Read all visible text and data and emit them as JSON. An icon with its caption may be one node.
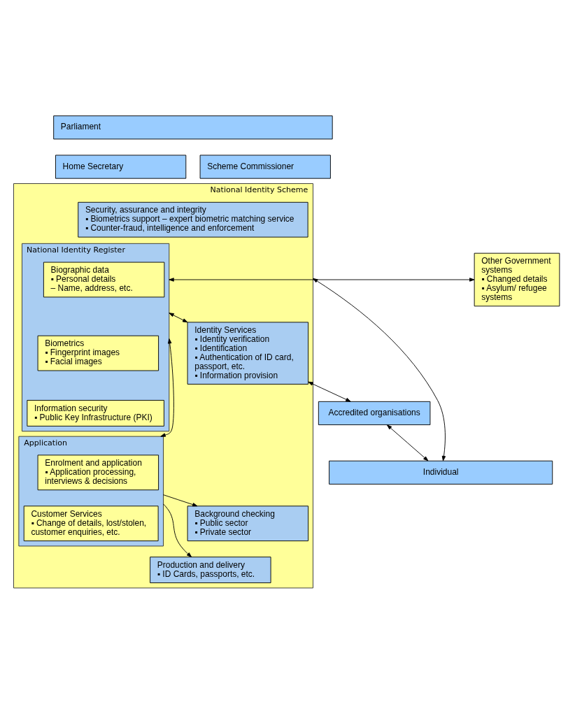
{
  "diagram": {
    "nodes": [
      {
        "text": [
          "Parliament"
        ]
      },
      {
        "text": [
          "Home Secretary"
        ]
      },
      {
        "text": [
          "Scheme Commissioner"
        ]
      },
      {
        "text": [
          "National Identity Scheme"
        ]
      },
      {
        "text": [
          "Security, assurance and integrity",
          "▪ Biometrics support – expert biometric matching service",
          "▪ Counter-fraud, intelligence and enforcement"
        ],
        "in": 3
      },
      {
        "text": [
          "National Identity Register"
        ],
        "in": 3
      },
      {
        "text": [
          "Biographic data",
          "▪ Personal details",
          "– Name, address, etc."
        ],
        "in": 5
      },
      {
        "text": [
          "Biometrics",
          "▪ Fingerprint images",
          "▪ Facial images"
        ],
        "in": 5
      },
      {
        "text": [
          "Information security",
          "▪ Public Key Infrastructure (PKI)"
        ],
        "in": 5
      },
      {
        "text": [
          "Identity Services",
          "▪ Identity verification",
          "▪ Identification",
          "▪ Authentication of ID card, passport, etc.",
          "▪ Information provision"
        ],
        "in": 3
      },
      {
        "text": [
          "Application"
        ],
        "in": 3
      },
      {
        "text": [
          "Enrolment and application",
          "▪ Application processing, interviews & decisions"
        ],
        "in": 10
      },
      {
        "text": [
          "Customer Services",
          "▪ Change of details, lost/stolen, customer enquiries, etc."
        ],
        "in": 10
      },
      {
        "text": [
          "Background checking",
          "▪ Public sector",
          "▪ Private sector"
        ],
        "in": 3
      },
      {
        "text": [
          "Production and delivery",
          "▪ ID Cards, passports, etc."
        ],
        "in": 3
      },
      {
        "text": [
          "Other Government systems",
          "▪ Changed details",
          "▪ Asylum/ refugee systems"
        ]
      },
      {
        "text": [
          "Accredited organisations"
        ]
      },
      {
        "text": [
          "Individual"
        ]
      }
    ],
    "edges": [
      {
        "from": 5,
        "to": 15,
        "arrow": "both"
      },
      {
        "from": 5,
        "to": 9,
        "arrow": "both"
      },
      {
        "from": 5,
        "to": 10,
        "arrow": "both"
      },
      {
        "from": 10,
        "to": 13,
        "arrow": "to"
      },
      {
        "from": 10,
        "to": 14,
        "arrow": "to"
      },
      {
        "from": 3,
        "to": 17,
        "arrow": "both"
      },
      {
        "from": 9,
        "to": 16,
        "arrow": "both"
      },
      {
        "from": 16,
        "to": 17,
        "arrow": "both"
      }
    ]
  }
}
